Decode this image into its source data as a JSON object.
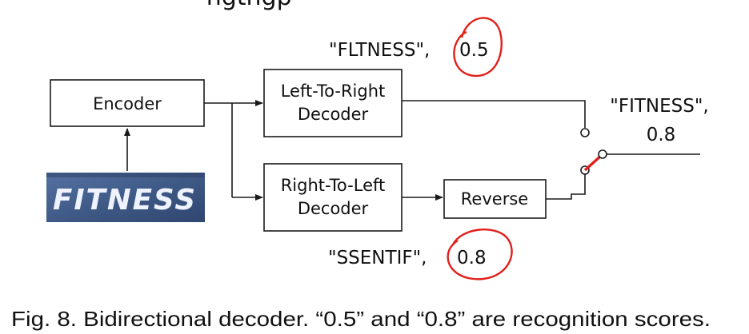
{
  "top_text": "•ngthgp•",
  "diagram": {
    "encoder_label": "Encoder",
    "ltr_decoder": {
      "line1": "Left-To-Right",
      "line2": "Decoder"
    },
    "rtl_decoder": {
      "line1": "Right-To-Left",
      "line2": "Decoder"
    },
    "reverse_label": "Reverse",
    "ltr_output": {
      "text": "\"FLTNESS\",",
      "score": "0.5"
    },
    "rtl_output": {
      "text": "\"SSENTIF\",",
      "score": "0.8"
    },
    "final_output": {
      "line1": "\"FITNESS\",",
      "line2": "0.8"
    },
    "input_image_word": "FITNESS"
  },
  "caption": "Fig. 8. Bidirectional decoder. “0.5” and “0.8” are recognition scores.",
  "colors": {
    "annotation_red": "#e0201b",
    "image_bg": "#3f5a86",
    "image_text": "#eef3ff"
  }
}
